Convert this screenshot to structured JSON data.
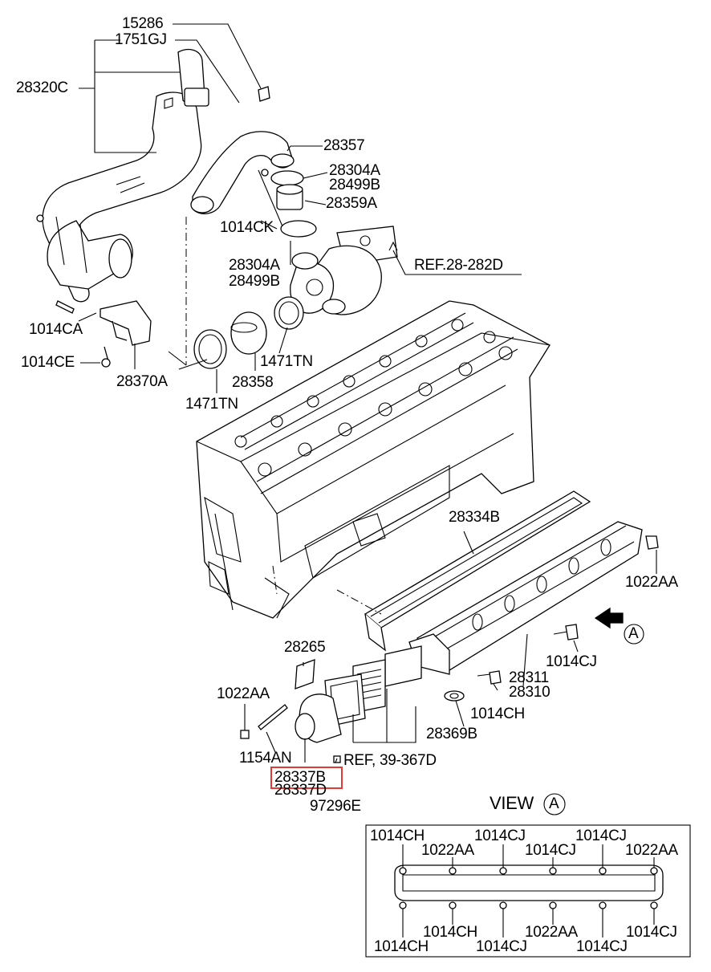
{
  "diagram": {
    "labels": {
      "p15286": "15286",
      "p1751gj": "1751GJ",
      "p28320c": "28320C",
      "p28357": "28357",
      "p28304a_top": "28304A",
      "p28499b_top": "28499B",
      "p28359a": "28359A",
      "p1014ck": "1014CK",
      "p28304a_mid": "28304A",
      "p28499b_mid": "28499B",
      "ref_28_282d": "REF.28-282D",
      "p1014ca": "1014CA",
      "p1014ce": "1014CE",
      "p28370a": "28370A",
      "p1471tn_right": "1471TN",
      "p28358": "28358",
      "p1471tn_left": "1471TN",
      "p28334b": "28334B",
      "p1022aa_right": "1022AA",
      "p1014cj": "1014CJ",
      "p28311": "28311",
      "p28310": "28310",
      "p1014ch": "1014CH",
      "p28369b": "28369B",
      "p28265": "28265",
      "p1022aa_left": "1022AA",
      "p1154an": "1154AN",
      "ref_39_367d": "REF, 39-367D",
      "p28337b": "28337B",
      "p28337d": "28337D",
      "p97296e": "97296E",
      "view_a_arrow_letter": "A"
    },
    "highlighted_part": "28337B",
    "highlight_color": "#e53935",
    "view_a": {
      "title": "VIEW",
      "letter": "A",
      "top_labels": [
        "1014CH",
        "1022AA",
        "1014CJ",
        "1014CJ",
        "1014CJ",
        "1022AA"
      ],
      "bottom_labels": [
        "1014CH",
        "1014CH",
        "1014CJ",
        "1022AA",
        "1014CJ",
        "1014CJ"
      ]
    }
  }
}
